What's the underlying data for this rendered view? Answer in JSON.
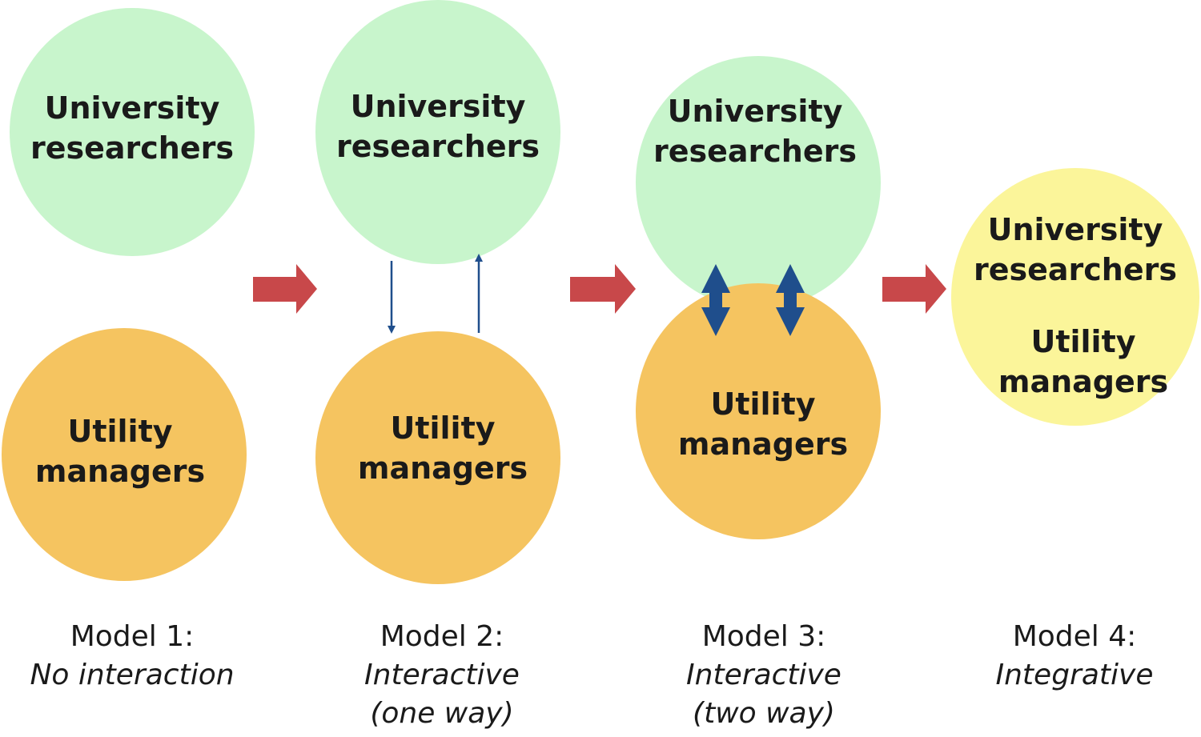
{
  "models": [
    {
      "researchers": [
        "University",
        "researchers"
      ],
      "managers": [
        "Utility",
        "managers"
      ],
      "title": "Model 1:",
      "subtitle": [
        "No interaction"
      ]
    },
    {
      "researchers": [
        "University",
        "researchers"
      ],
      "managers": [
        "Utility",
        "managers"
      ],
      "title": "Model 2:",
      "subtitle": [
        "Interactive",
        "(one way)"
      ]
    },
    {
      "researchers": [
        "University",
        "researchers"
      ],
      "managers": [
        "Utility",
        "managers"
      ],
      "title": "Model 3:",
      "subtitle": [
        "Interactive",
        "(two way)"
      ]
    },
    {
      "researchers": [
        "University",
        "researchers"
      ],
      "managers": [
        "Utility",
        "managers"
      ],
      "title": "Model 4:",
      "subtitle": [
        "Integrative"
      ]
    }
  ],
  "colors": {
    "researchers_circle": "#c8f5cc",
    "managers_circle": "#f5c460",
    "integrated_circle": "#fbf59a",
    "progression_arrow": "#c8484a",
    "interaction_arrow": "#1f4e8c"
  }
}
